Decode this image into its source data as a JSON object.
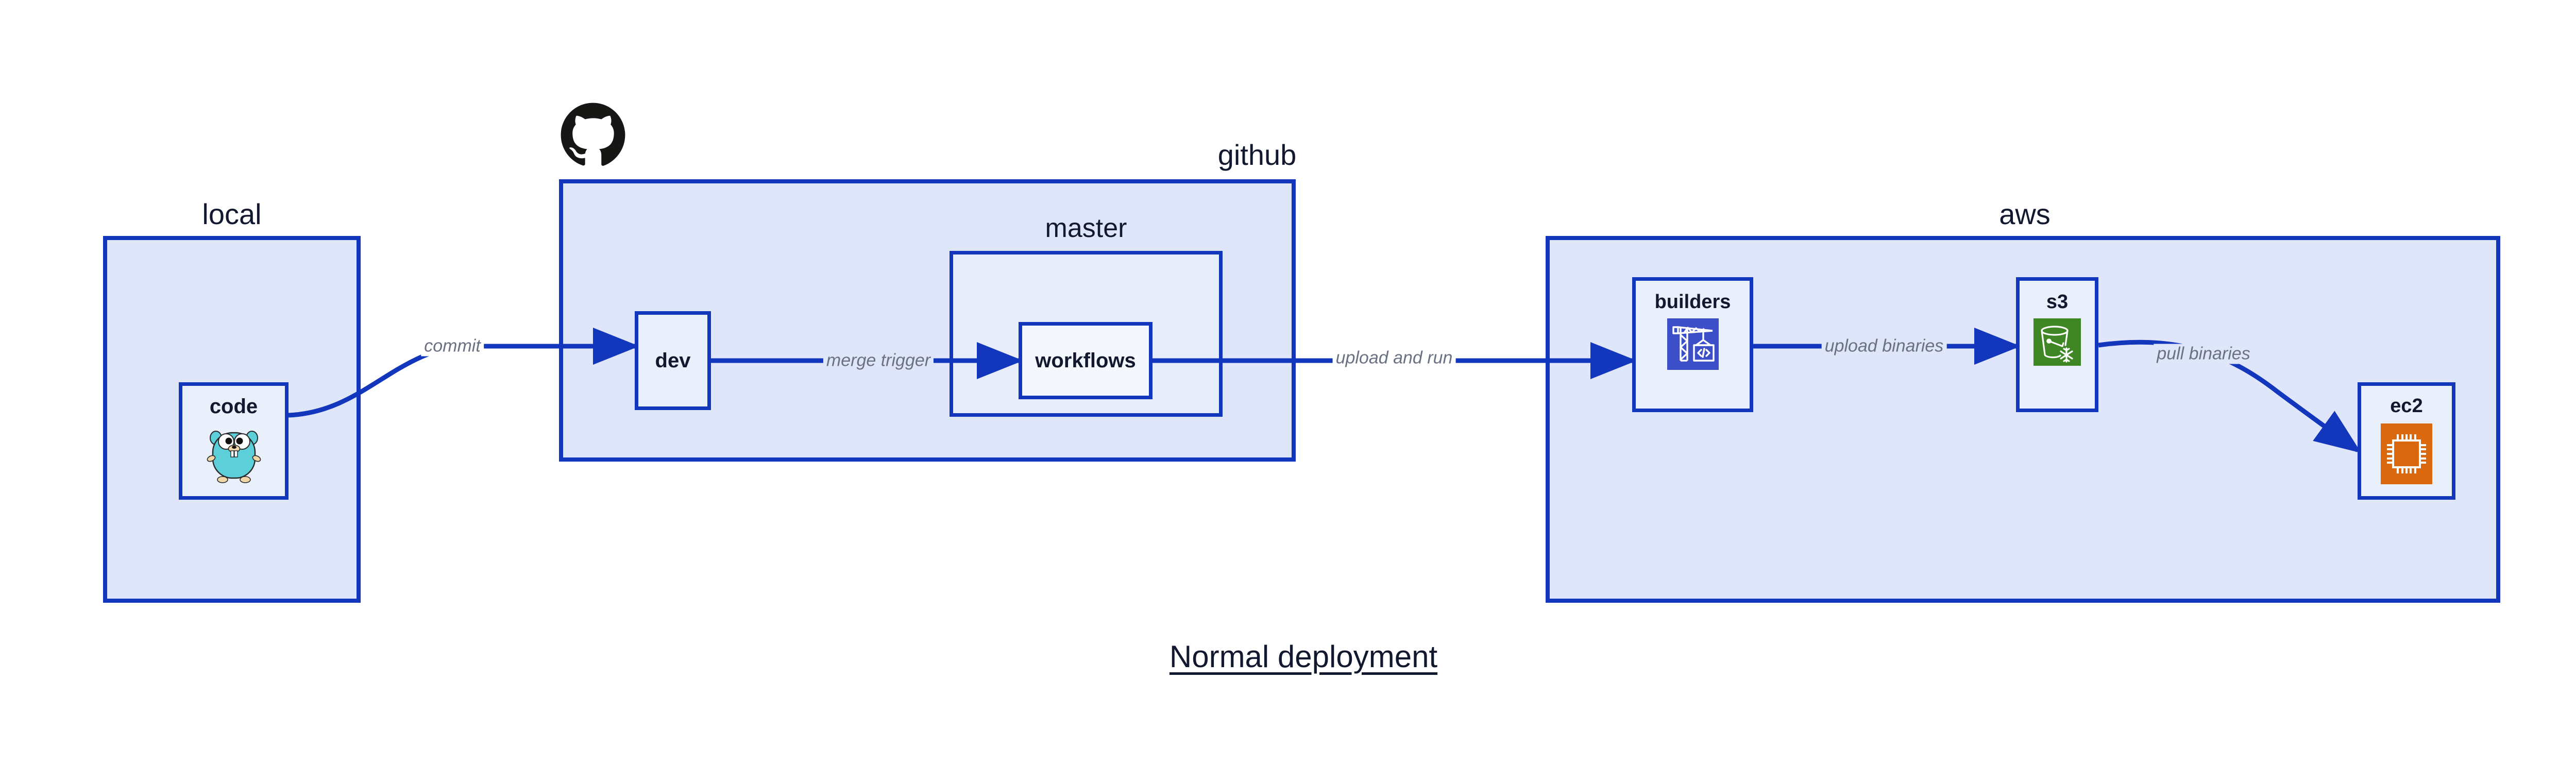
{
  "diagram": {
    "title": "Normal deployment",
    "colors": {
      "edge": "#1237bd",
      "group_border": "#1237bd",
      "group_fill": "#e0e6fa",
      "subgroup_fill": "#e8edfb",
      "node_fill": "#eaeffc",
      "node_white_fill": "#f5f7fe",
      "label_text": "#12182e",
      "edge_label_text": "#6a7183",
      "gopher_cyan": "#5ccfd8",
      "builders_blue": "#3c4ec8",
      "s3_green": "#3f8624",
      "ec2_orange": "#d9680f",
      "octocat_black": "#161614"
    }
  },
  "groups": [
    {
      "id": "local",
      "label": "local"
    },
    {
      "id": "github",
      "label": "github"
    },
    {
      "id": "master",
      "label": "master"
    },
    {
      "id": "aws",
      "label": "aws"
    }
  ],
  "nodes": [
    {
      "id": "code",
      "label": "code",
      "icon": "go-gopher-icon"
    },
    {
      "id": "dev",
      "label": "dev",
      "icon": null
    },
    {
      "id": "workflows",
      "label": "workflows",
      "icon": null
    },
    {
      "id": "builders",
      "label": "builders",
      "icon": "aws-codebuild-crane-icon"
    },
    {
      "id": "s3",
      "label": "s3",
      "icon": "aws-s3-bucket-icon"
    },
    {
      "id": "ec2",
      "label": "ec2",
      "icon": "aws-ec2-chip-icon"
    }
  ],
  "edges": [
    {
      "id": "code-dev",
      "from": "code",
      "to": "dev",
      "label": "commit"
    },
    {
      "id": "dev-workflows",
      "from": "dev",
      "to": "workflows",
      "label": "merge trigger"
    },
    {
      "id": "workflows-builders",
      "from": "workflows",
      "to": "builders",
      "label": "upload and run"
    },
    {
      "id": "builders-s3",
      "from": "builders",
      "to": "s3",
      "label": "upload binaries"
    },
    {
      "id": "s3-ec2",
      "from": "s3",
      "to": "ec2",
      "label": "pull binaries"
    }
  ],
  "logos": [
    {
      "id": "github-logo",
      "name": "github-octocat-logo"
    }
  ]
}
